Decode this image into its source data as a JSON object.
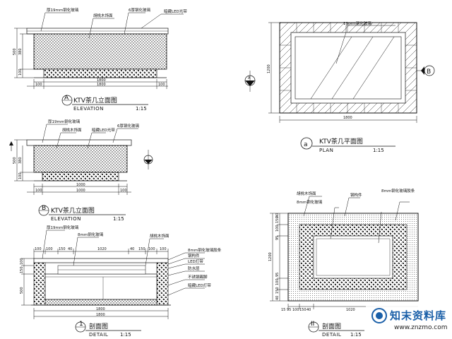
{
  "views": {
    "elev_a": {
      "marker": "A",
      "title": "KTV茶几立面图",
      "sub": "ELEVATION",
      "scale": "1:15",
      "labels": [
        "厚19mm钢化玻璃",
        "胡桃木饰面",
        "6厚钢化玻璃",
        "暗藏LED光带"
      ],
      "dims": {
        "h_total": "500",
        "h_top": "380",
        "h_base": "100",
        "w_top": "1800",
        "w_bottom": "1800",
        "offset_l": "100",
        "offset_r": "100"
      }
    },
    "elev_b": {
      "marker": "B",
      "title": "KTV茶几立面图",
      "sub": "ELEVATION",
      "scale": "1:15",
      "labels": [
        "厚19mm钢化玻璃",
        "胡桃木饰面",
        "暗藏LED光带",
        "6厚钢化玻璃"
      ],
      "dims": {
        "h_total": "500",
        "h_top": "380",
        "h_base": "100",
        "w_top": "1000",
        "w_bottom": "1000",
        "offset_l": "100",
        "offset_r": "100"
      }
    },
    "plan_a": {
      "marker": "a",
      "title": "KTV茶几平面图",
      "sub": "PLAN",
      "scale": "1:15",
      "label_top": "19mm钢化玻璃",
      "dim_w": "1800",
      "dim_h": "1200",
      "cut_left": "A",
      "cut_right": "B"
    },
    "detail_1": {
      "marker": "1",
      "title": "剖面图",
      "sub": "DETAIL",
      "scale": "1:15",
      "labels_top": [
        "厚19mm钢化玻璃",
        "8mm钢化玻璃",
        "胡桃木饰面"
      ],
      "labels_right": [
        "8mm钢化玻璃胶条",
        "钢构件",
        "LED灯带",
        "防水层",
        "不锈钢踢脚",
        "暗藏LED灯带"
      ],
      "dims_top": [
        "100",
        "100",
        "150",
        "40",
        "1020",
        "40",
        "150",
        "100",
        "100"
      ],
      "dims_left": [
        "100",
        "150",
        "500"
      ],
      "w_total": "1800",
      "w_total2": "1800"
    },
    "detail_2": {
      "marker": "II",
      "title": "剖面图",
      "sub": "DETAIL",
      "scale": "1:15",
      "labels_top": [
        "胡桃木饰面",
        "钢构件",
        "8mm钢化玻璃胶条"
      ],
      "label_inner": "8mm钢化玻璃",
      "dims_left": [
        "40",
        "150",
        "100",
        "95",
        "1200",
        "95",
        "100",
        "150",
        "40"
      ],
      "dims_bottom": [
        "15",
        "95",
        "100",
        "150",
        "40",
        "1020"
      ]
    }
  },
  "watermark": {
    "name": "知末资料库",
    "url": "www.znzmo.com"
  }
}
